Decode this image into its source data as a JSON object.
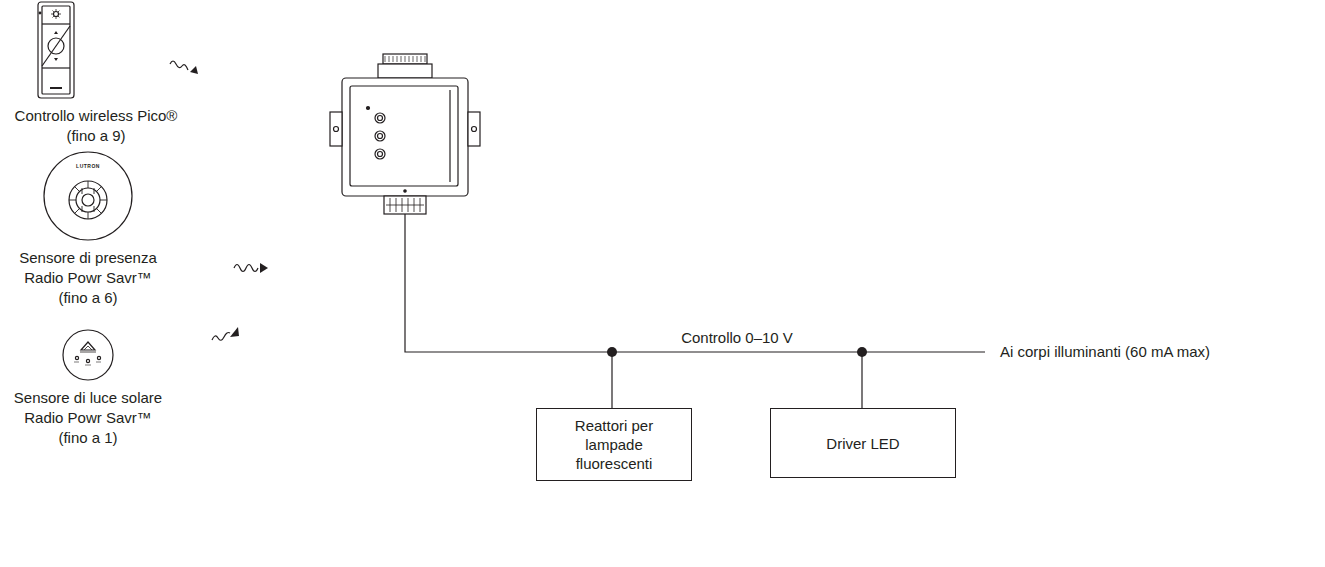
{
  "diagram": {
    "nodes": [
      {
        "text": [
          "Reattori per lampade fluorescenti"
        ]
      },
      {
        "text": [
          "Driver LED"
        ]
      }
    ],
    "labels": [
      "Controllo wireless Pico® (fino a 9)",
      "LUTRON",
      "Sensore di presenza Radio Powr Savr™ (fino a 6)",
      "Sensore di luce solare Radio Powr Savr™ (fino a 1)",
      "Controllo 0–10 V",
      "Ai corpi illuminanti (60 mA max)"
    ]
  }
}
